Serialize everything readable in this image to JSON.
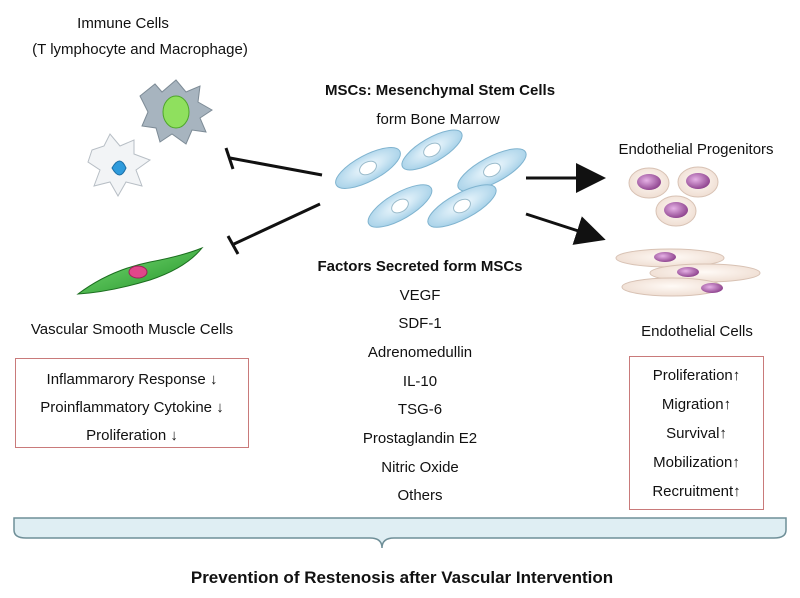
{
  "immune": {
    "title": "Immune Cells",
    "subtitle": "(T lymphocyte and Macrophage)"
  },
  "msc": {
    "title": "MSCs: Mesenchymal Stem Cells",
    "subtitle": "form Bone Marrow"
  },
  "endothelial_progenitors": {
    "label": "Endothelial Progenitors"
  },
  "vsmc": {
    "label": "Vascular Smooth Muscle Cells"
  },
  "endothelial_cells": {
    "label": "Endothelial Cells"
  },
  "factors": {
    "title": "Factors Secreted form MSCs",
    "items": [
      "VEGF",
      "SDF-1",
      "Adrenomedullin",
      "IL-10",
      "TSG-6",
      "Prostaglandin E2",
      "Nitric Oxide",
      "Others"
    ]
  },
  "left_effects": [
    "Inflammarory Response ↓",
    "Proinflammatory Cytokine ↓",
    "Proliferation ↓"
  ],
  "right_effects": [
    "Proliferation↑",
    "Migration↑",
    "Survival↑",
    "Mobilization↑",
    "Recruitment↑"
  ],
  "conclusion": "Prevention of Restenosis after Vascular Intervention",
  "colors": {
    "box_border": "#c97a7a",
    "brace_fill": "#dfeef3",
    "brace_stroke": "#6f8f98",
    "msc_cell": "#bfe0f0",
    "progenitor_nucleus": "#b05fb0",
    "smooth_muscle": "#3fbf3a"
  }
}
